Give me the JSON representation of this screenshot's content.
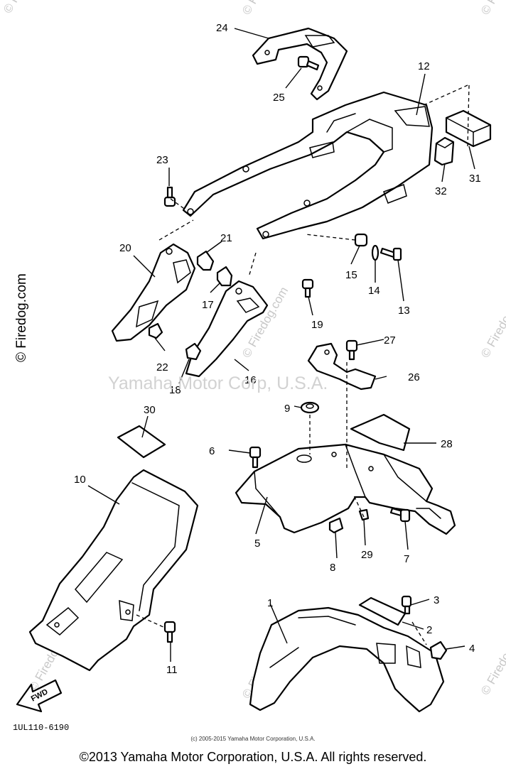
{
  "watermark": {
    "main": "Yamaha Motor Corp, U.S.A.",
    "tile": "© Firedog.com"
  },
  "side_label": "© Firedog.com",
  "fwd_label": "FWD",
  "diagram_code": "1UL110-6190",
  "small_copyright": "(c) 2005-2015 Yamaha Motor Corporation, U.S.A.",
  "footer_copyright": "©2013 Yamaha Motor Corporation, U.S.A. All rights reserved.",
  "callouts": {
    "c1": "1",
    "c2": "2",
    "c3": "3",
    "c4": "4",
    "c5": "5",
    "c6": "6",
    "c7": "7",
    "c8": "8",
    "c9": "9",
    "c10": "10",
    "c11": "11",
    "c12": "12",
    "c13": "13",
    "c14": "14",
    "c15": "15",
    "c16": "16",
    "c17": "17",
    "c18": "18",
    "c19": "19",
    "c20": "20",
    "c21": "21",
    "c22": "22",
    "c23": "23",
    "c24": "24",
    "c25": "25",
    "c26": "26",
    "c27": "27",
    "c28": "28",
    "c29": "29",
    "c30": "30",
    "c31": "31",
    "c32": "32"
  }
}
